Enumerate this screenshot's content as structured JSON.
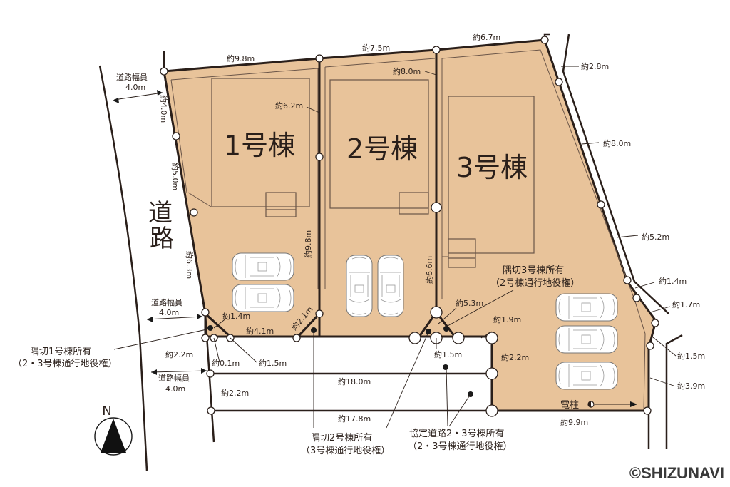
{
  "buildings": {
    "b1": "1号棟",
    "b2": "2号棟",
    "b3": "3号棟"
  },
  "road_label": [
    "道",
    "路"
  ],
  "road_width": {
    "top": {
      "title": "道路幅員",
      "value": "4.0m"
    },
    "mid": {
      "title": "道路幅員",
      "value": "4.0m"
    },
    "low": {
      "title": "道路幅員",
      "value": "4.0m"
    }
  },
  "dimensions": {
    "top_lot1": "約9.8m",
    "top_lot2": "約7.5m",
    "top_lot3": "約6.7m",
    "lot1_lot2_upper": "約6.2m",
    "lot2_lot3_upper": "約8.0m",
    "right_2_8": "約2.8m",
    "right_8_0": "約8.0m",
    "right_5_2": "約5.2m",
    "right_1_4": "約1.4m",
    "right_1_7": "約1.7m",
    "right_1_5": "約1.5m",
    "right_3_9": "約3.9m",
    "bottom_9_9": "約9.9m",
    "left_4_0": "約4.0m",
    "left_5_0": "約5.0m",
    "left_6_3": "約6.3m",
    "lot1_lot2_lower": "約9.8m",
    "lot2_lot3_lower": "約6.6m",
    "corner1_diag": "約1.4m",
    "lot1_bottom": "約4.1m",
    "corner2_diag": "約2.1m",
    "corner3_diag": "約5.3m",
    "lot3_step": "約1.9m",
    "corner_mid": "約1.5m",
    "lot3_side": "約2.2m",
    "left_0_1": "約0.1m",
    "left_1_5": "約1.5m",
    "left_2_2_upper": "約2.2m",
    "left_2_2_lower": "約2.2m",
    "road_18_0": "約18.0m",
    "road_17_8": "約17.8m"
  },
  "notes": {
    "corner1": [
      "隅切1号棟所有",
      "（2・3号棟通行地役権）"
    ],
    "corner2": [
      "隅切2号棟所有",
      "（3号棟通行地役権）"
    ],
    "corner3": [
      "隅切3号棟所有",
      "（2号棟通行地役権）"
    ],
    "private_road": [
      "協定道路2・3号棟所有",
      "（2・3号棟通行地役権）"
    ]
  },
  "utility_pole": "電柱",
  "compass": "N",
  "copyright": "©SHIZUNAVI",
  "colors": {
    "lot_fill": "#e8c39a",
    "line": "#2a1f1a",
    "background": "#ffffff"
  }
}
